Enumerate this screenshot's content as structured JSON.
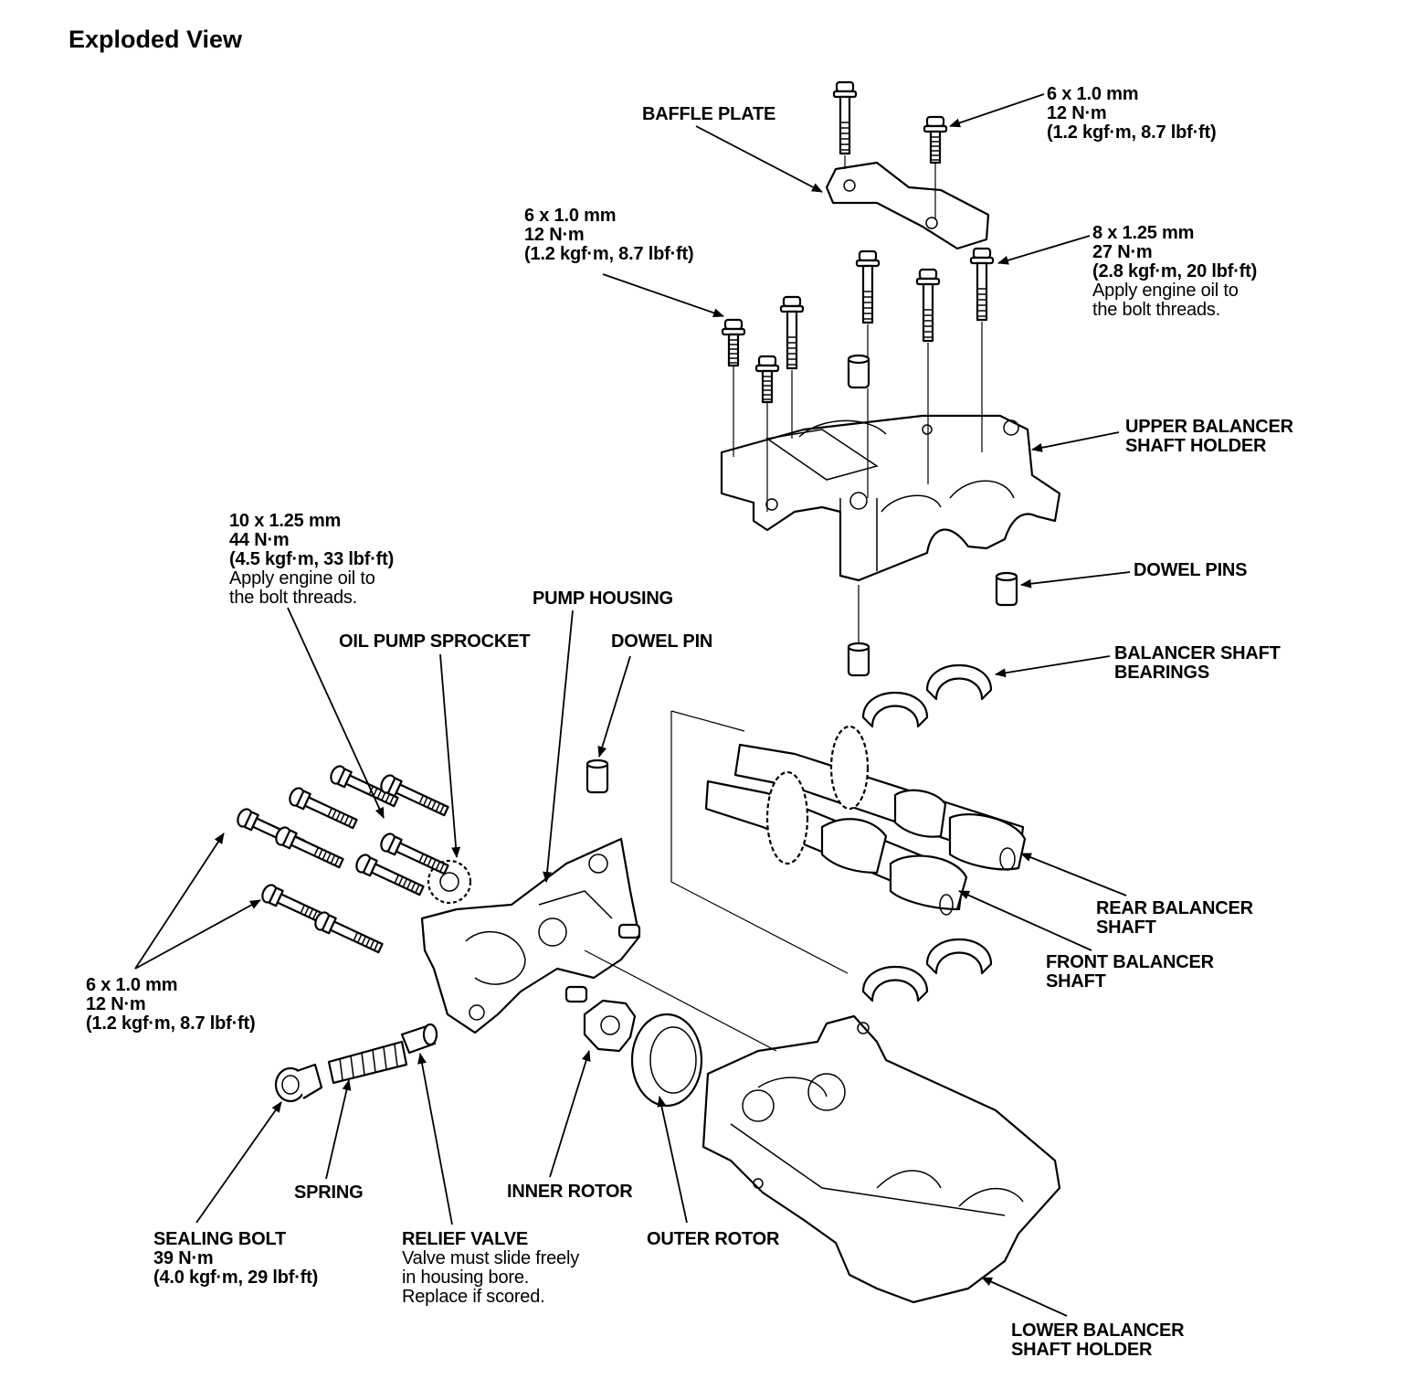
{
  "title": "Exploded View",
  "labels": {
    "baffle_plate": "BAFFLE PLATE",
    "bolt_6x1_top": {
      "size": "6 x 1.0 mm",
      "torque": "12 N·m",
      "alt": "(1.2 kgf·m, 8.7 lbf·ft)"
    },
    "bolt_6x1_mid": {
      "size": "6 x 1.0 mm",
      "torque": "12 N·m",
      "alt": "(1.2 kgf·m, 8.7 lbf·ft)"
    },
    "bolt_8x125": {
      "size": "8 x 1.25 mm",
      "torque": "27 N·m",
      "alt": "(2.8 kgf·m, 20 lbf·ft)",
      "note1": "Apply engine oil to",
      "note2": "the bolt threads."
    },
    "upper_holder": {
      "line1": "UPPER BALANCER",
      "line2": "SHAFT HOLDER"
    },
    "dowel_pins": "DOWEL PINS",
    "bolt_10x125": {
      "size": "10 x 1.25 mm",
      "torque": "44 N·m",
      "alt": "(4.5 kgf·m, 33 lbf·ft)",
      "note1": "Apply engine oil to",
      "note2": "the bolt threads."
    },
    "pump_housing": "PUMP HOUSING",
    "oil_pump_sprocket": "OIL PUMP SPROCKET",
    "dowel_pin": "DOWEL PIN",
    "bearings": {
      "line1": "BALANCER SHAFT",
      "line2": "BEARINGS"
    },
    "rear_shaft": {
      "line1": "REAR BALANCER",
      "line2": "SHAFT"
    },
    "front_shaft": {
      "line1": "FRONT BALANCER",
      "line2": "SHAFT"
    },
    "bolt_6x1_left": {
      "size": "6 x 1.0 mm",
      "torque": "12 N·m",
      "alt": "(1.2 kgf·m, 8.7 lbf·ft)"
    },
    "spring": "SPRING",
    "inner_rotor": "INNER ROTOR",
    "outer_rotor": "OUTER ROTOR",
    "sealing_bolt": {
      "name": "SEALING BOLT",
      "torque": "39 N·m",
      "alt": "(4.0 kgf·m, 29 lbf·ft)"
    },
    "relief_valve": {
      "name": "RELIEF VALVE",
      "note1": "Valve must slide freely",
      "note2": "in housing bore.",
      "note3": "Replace if scored."
    },
    "lower_holder": {
      "line1": "LOWER BALANCER",
      "line2": "SHAFT HOLDER"
    }
  }
}
